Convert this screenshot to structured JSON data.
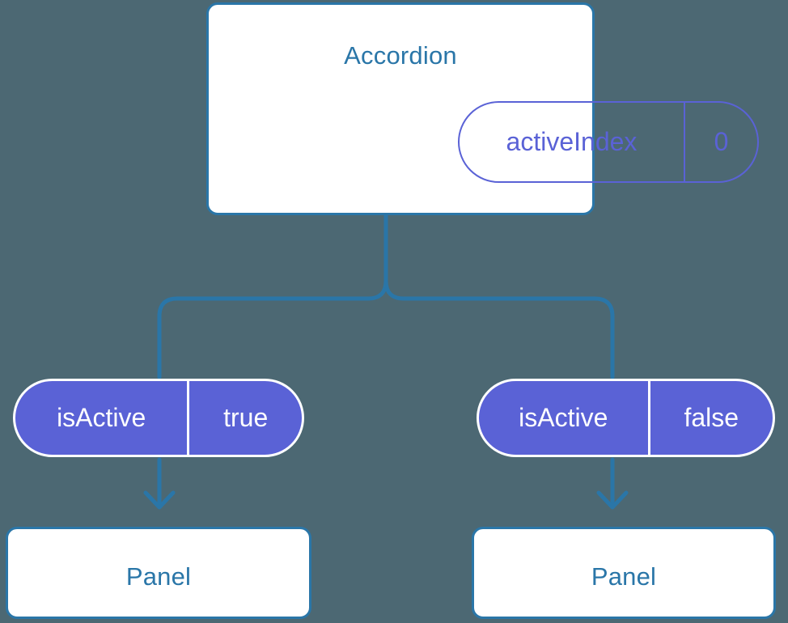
{
  "diagram": {
    "type": "component-tree",
    "background_color": "#4c6873",
    "accent_blue": "#2a76a8",
    "accent_purple": "#5a62d6",
    "root": {
      "title": "Accordion",
      "state": {
        "key": "activeIndex",
        "value": "0"
      }
    },
    "branches": [
      {
        "prop": {
          "key": "isActive",
          "value": "true"
        },
        "child": {
          "title": "Panel"
        }
      },
      {
        "prop": {
          "key": "isActive",
          "value": "false"
        },
        "child": {
          "title": "Panel"
        }
      }
    ]
  }
}
